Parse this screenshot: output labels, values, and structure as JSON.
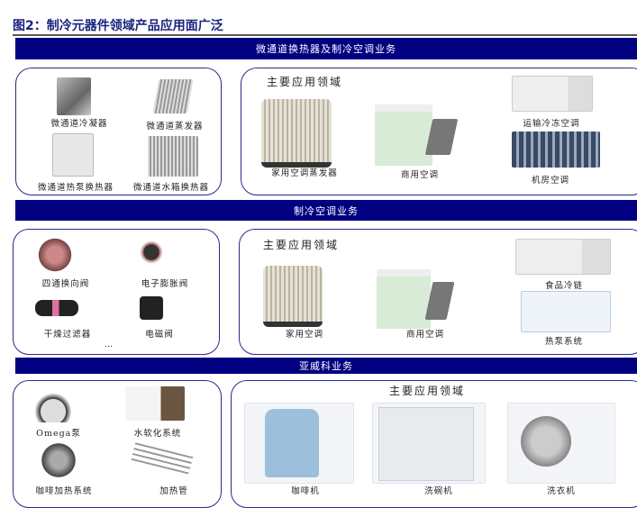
{
  "figure_title": "图2：制冷元器件领域产品应用面广泛",
  "sections": [
    {
      "banner": "微通道换热器及制冷空调业务",
      "products": [
        "微通道冷凝器",
        "微通道蒸发器",
        "微通道热泵换热器",
        "微通道水箱换热器"
      ],
      "apps_heading": "主要应用领域",
      "apps": [
        "家用空调蒸发器",
        "商用空调",
        "运输冷冻空调",
        "机房空调"
      ]
    },
    {
      "banner": "制冷空调业务",
      "products": [
        "四通换向阀",
        "电子膨胀阀",
        "干燥过滤器",
        "电磁阀"
      ],
      "more": "…",
      "apps_heading": "主要应用领域",
      "apps": [
        "家用空调",
        "商用空调",
        "食品冷链",
        "热泵系统"
      ]
    },
    {
      "banner": "亚威科业务",
      "products": [
        "Omega泵",
        "水软化系统",
        "咖啡加热系统",
        "加热管"
      ],
      "apps_heading": "主要应用领域",
      "apps": [
        "咖啡机",
        "洗碗机",
        "洗衣机"
      ]
    }
  ]
}
